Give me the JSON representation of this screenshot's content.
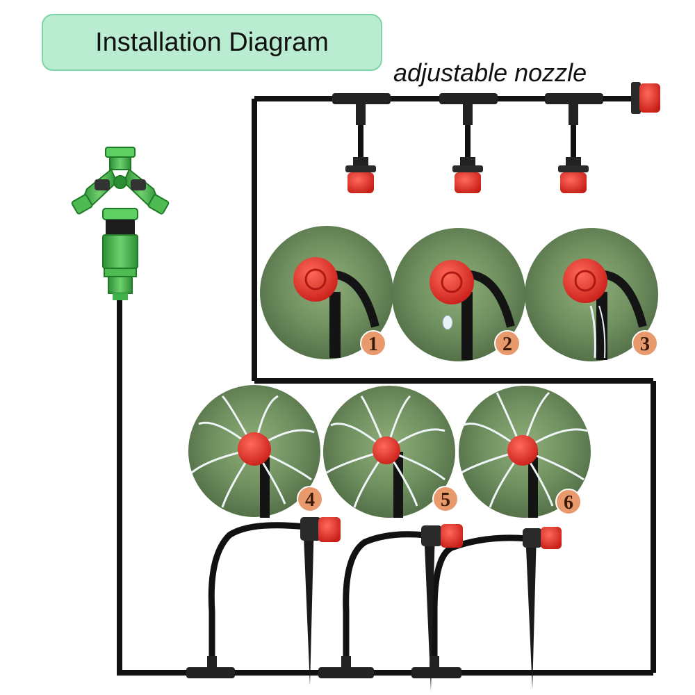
{
  "title": "Installation Diagram",
  "nozzle_label": "adjustable nozzle",
  "spray_steps": [
    "1",
    "2",
    "3",
    "4",
    "5",
    "6"
  ],
  "colors": {
    "hose": "#111111",
    "nozzle_red": "#e8322a",
    "connector_green": "#3fb24a",
    "title_bg": "#b9ecd0",
    "badge": "#e89a6c"
  },
  "icons": {
    "splitter": "y-splitter-icon",
    "connector": "hose-connector-icon",
    "nozzle": "red-nozzle-icon",
    "tee": "tee-joint-icon",
    "stake": "stake-icon"
  }
}
